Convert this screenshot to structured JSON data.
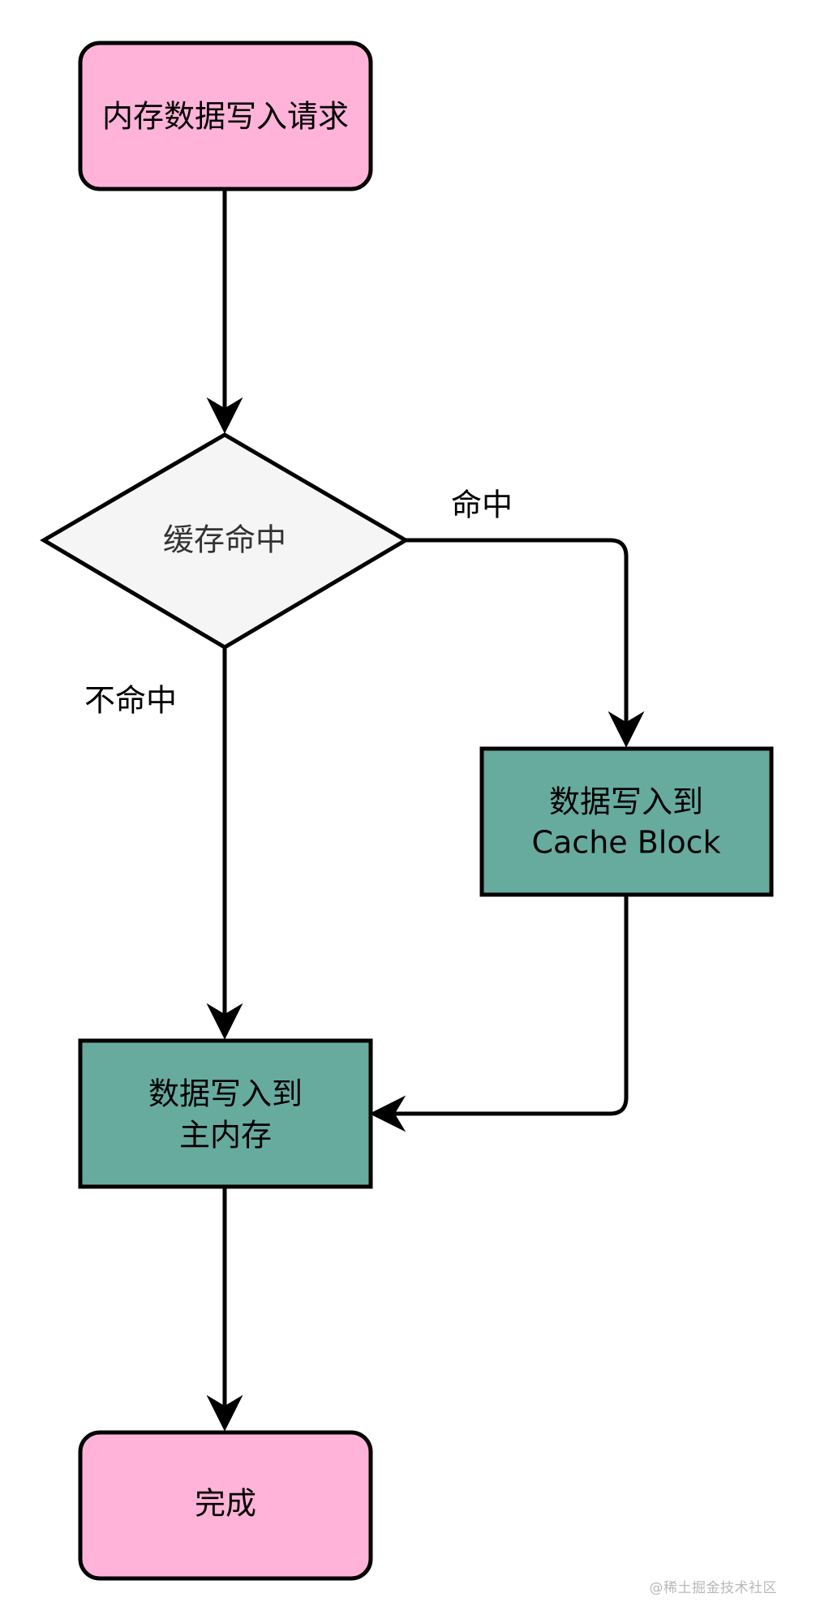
{
  "diagram": {
    "start": {
      "label": "内存数据写入请求"
    },
    "decision": {
      "label": "缓存命中"
    },
    "hit_label": "命中",
    "miss_label": "不命中",
    "cache_write": {
      "line1": "数据写入到",
      "line2": "Cache Block"
    },
    "memory_write": {
      "line1": "数据写入到",
      "line2": "主内存"
    },
    "end": {
      "label": "完成"
    }
  },
  "colors": {
    "terminal_fill": "#ffb3d9",
    "decision_fill": "#f5f5f5",
    "process_fill": "#67ab9f",
    "stroke": "#000000"
  },
  "watermark": "@稀土掘金技术社区"
}
